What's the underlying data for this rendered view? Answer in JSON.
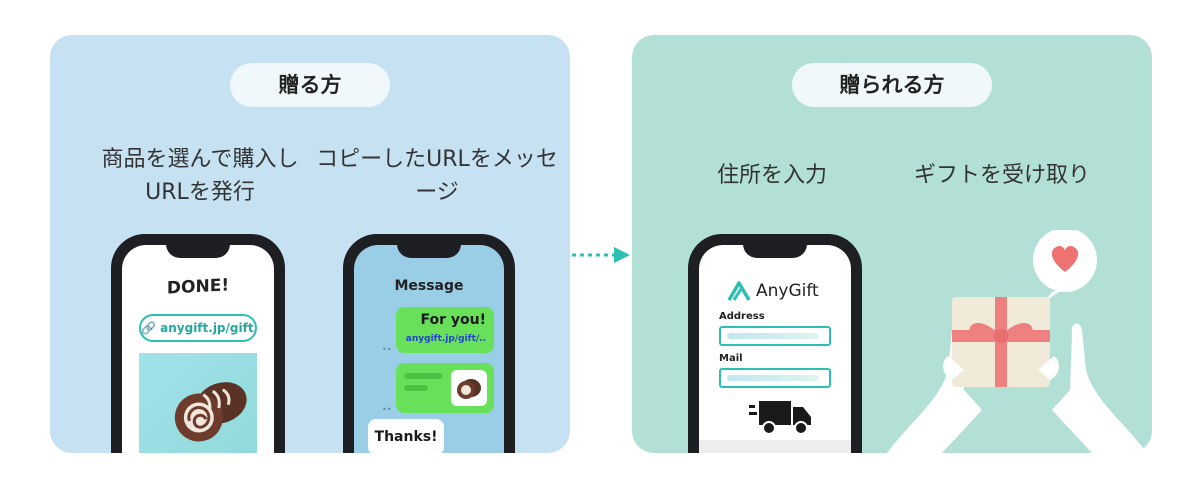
{
  "giver": {
    "title": "贈る方",
    "step1": "商品を選んで購入しURLを発行",
    "step2": "コピーしたURLをメッセージ",
    "phone1": {
      "done": "DONE!",
      "url": "anygift.jp/gift/.."
    },
    "phone2": {
      "title": "Message",
      "bubble1_main": "For you!",
      "bubble1_sub": "anygift.jp/gift/..",
      "reply": "Thanks!"
    }
  },
  "receiver": {
    "title": "贈られる方",
    "step1": "住所を入力",
    "step2": "ギフトを受け取り",
    "phone": {
      "brand": "AnyGift",
      "address_label": "Address",
      "mail_label": "Mail"
    }
  },
  "colors": {
    "giver_bg": "#c6e2f2",
    "receiver_bg": "#b3e0d6",
    "accent": "#2dbfb2",
    "bubble_green": "#68e05a",
    "ribbon": "#ef7f7f"
  },
  "icons": [
    "link-icon",
    "anygift-logo-icon",
    "truck-icon",
    "heart-icon",
    "arrow-right-icon"
  ]
}
